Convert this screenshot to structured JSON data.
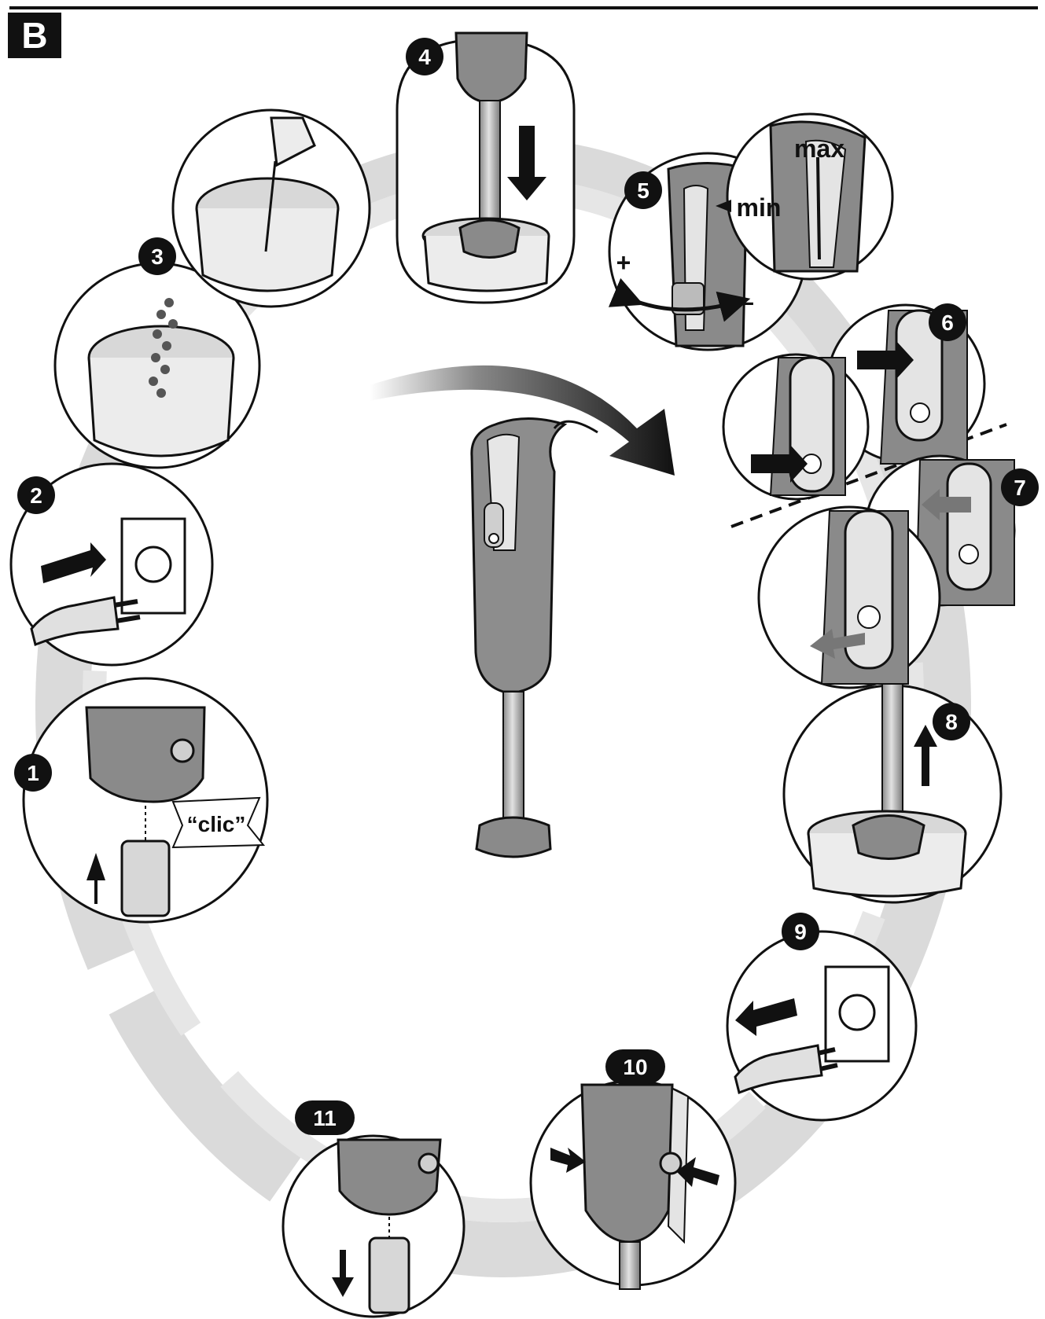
{
  "section_label": "B",
  "steps": [
    {
      "number": "1",
      "label": "attach blender foot",
      "callout": "“clic”"
    },
    {
      "number": "2",
      "label": "plug in"
    },
    {
      "number": "3",
      "label": "fill beaker"
    },
    {
      "number": "4",
      "label": "insert blender into beaker"
    },
    {
      "number": "5",
      "label": "set speed",
      "plus": "+",
      "minus": "–",
      "max_label": "max",
      "min_label": "min"
    },
    {
      "number": "6",
      "label": "press on button"
    },
    {
      "number": "7",
      "label": "release button"
    },
    {
      "number": "8",
      "label": "lift blender out"
    },
    {
      "number": "9",
      "label": "unplug"
    },
    {
      "number": "10",
      "label": "press release buttons"
    },
    {
      "number": "11",
      "label": "remove blender foot"
    }
  ],
  "colors": {
    "ink": "#111111",
    "panel_gray": "#8a8a8a",
    "light_gray": "#d4d4d4",
    "swirl": "#d9d9d9"
  }
}
